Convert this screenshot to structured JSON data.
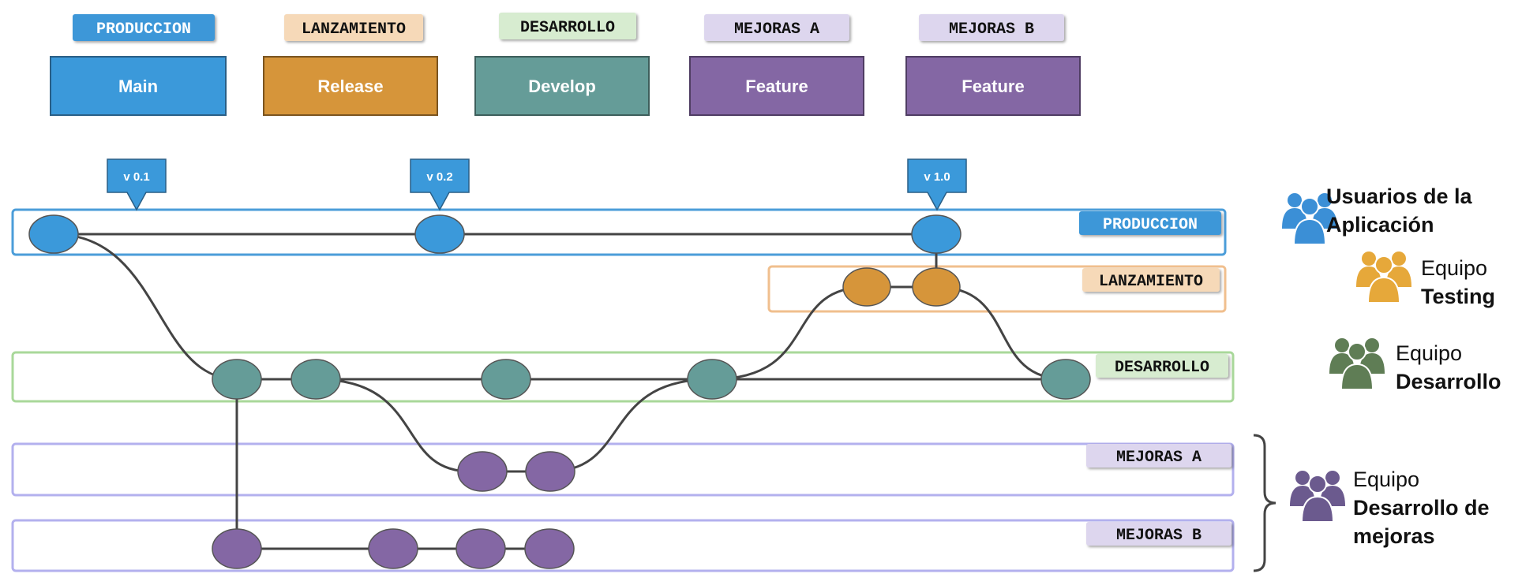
{
  "header_tags": [
    {
      "text": "PRODUCCION",
      "bg": "#3d97d8",
      "fg": "#ffffff"
    },
    {
      "text": "LANZAMIENTO",
      "bg": "#f6d9b8",
      "fg": "#111111"
    },
    {
      "text": "DESARROLLO",
      "bg": "#d7ecd0",
      "fg": "#111111"
    },
    {
      "text": "MEJORAS A",
      "bg": "#ddd6ee",
      "fg": "#111111"
    },
    {
      "text": "MEJORAS B",
      "bg": "#ddd6ee",
      "fg": "#111111"
    }
  ],
  "branch_boxes": [
    {
      "text": "Main",
      "color": "#3b99da"
    },
    {
      "text": "Release",
      "color": "#d6953a"
    },
    {
      "text": "Develop",
      "color": "#659c98"
    },
    {
      "text": "Feature",
      "color": "#8467a4"
    },
    {
      "text": "Feature",
      "color": "#8467a4"
    }
  ],
  "versions": [
    "v 0.1",
    "v 0.2",
    "v 1.0"
  ],
  "lane_labels": {
    "produccion": "PRODUCCION",
    "lanzamiento": "LANZAMIENTO",
    "desarrollo": "DESARROLLO",
    "mejoras_a": "MEJORAS A",
    "mejoras_b": "MEJORAS B"
  },
  "teams": [
    {
      "line1": "Usuarios de la",
      "line2": "Aplicación",
      "icon": "users-icon",
      "color": "#3b8fd6"
    },
    {
      "line1": "Equipo",
      "line2": "Testing",
      "icon": "team-testing-icon",
      "color": "#e6a83a"
    },
    {
      "line1": "Equipo",
      "line2": "Desarrollo",
      "icon": "team-dev-icon",
      "color": "#5f7d55"
    },
    {
      "line1": "Equipo",
      "line2": "Desarrollo de",
      "line3": "mejoras",
      "icon": "team-features-icon",
      "color": "#6b5a8e"
    }
  ],
  "colors": {
    "produccion": "#4b9dd9",
    "lanzamiento": "#f0bf8e",
    "desarrollo": "#a9d89a",
    "mejoras": "#b3b0ee",
    "node_blue": "#3b99da",
    "node_orange": "#d6953a",
    "node_teal": "#659c98",
    "node_purple": "#8467a4"
  }
}
